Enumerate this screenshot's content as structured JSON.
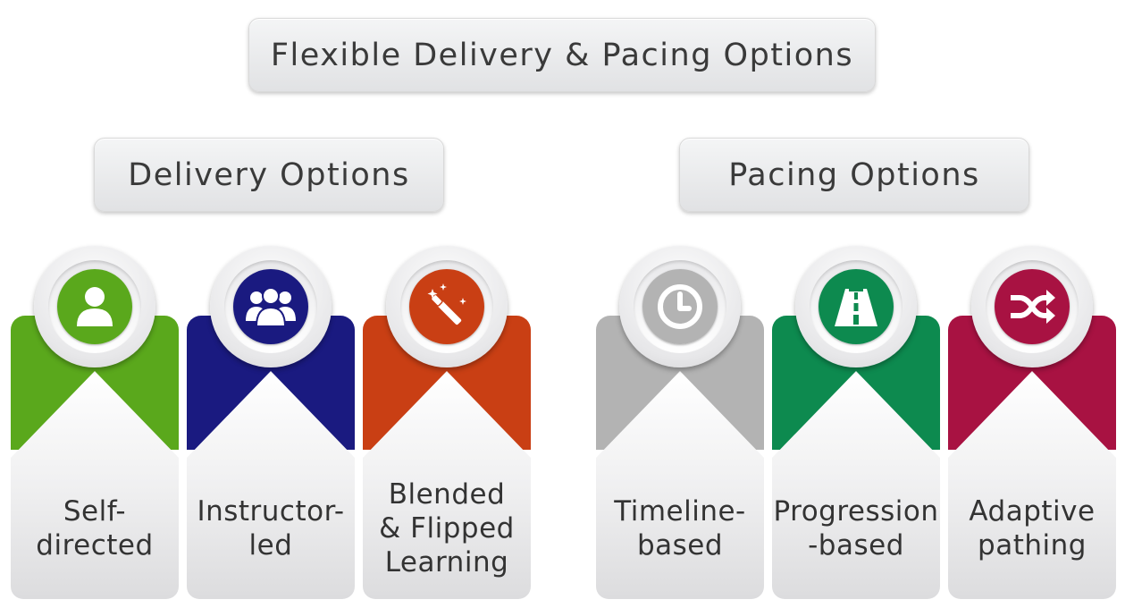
{
  "title": "Flexible Delivery & Pacing Options",
  "groups": [
    {
      "title": "Delivery Options",
      "items": [
        {
          "label": "Self-\ndirected",
          "color": "#5aa81c",
          "icon": "user-icon"
        },
        {
          "label": "Instructor-\nled",
          "color": "#1a1a80",
          "icon": "group-icon"
        },
        {
          "label": "Blended\n& Flipped\nLearning",
          "color": "#c93f14",
          "icon": "magic-wand-icon"
        }
      ]
    },
    {
      "title": "Pacing Options",
      "items": [
        {
          "label": "Timeline-\nbased",
          "color": "#b3b3b3",
          "icon": "clock-icon"
        },
        {
          "label": "Progression\n-based",
          "color": "#0d8a4f",
          "icon": "road-icon"
        },
        {
          "label": "Adaptive\npathing",
          "color": "#a81242",
          "icon": "shuffle-icon"
        }
      ]
    }
  ]
}
